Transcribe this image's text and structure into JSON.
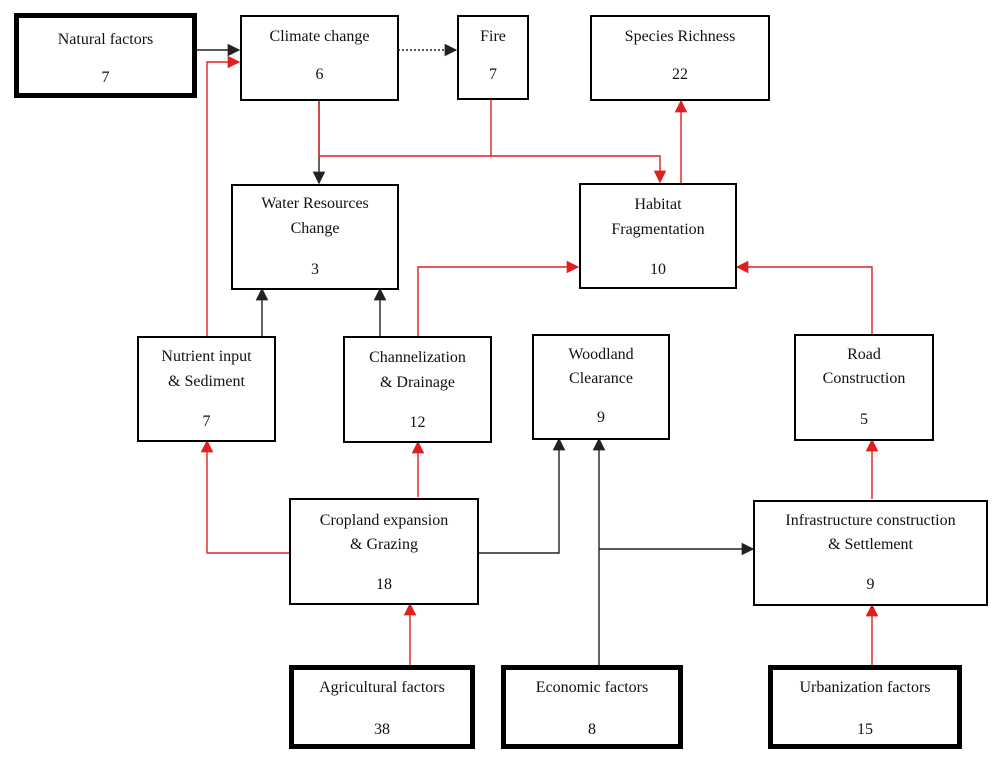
{
  "colors": {
    "red_link": "#e02020",
    "black_link": "#222222",
    "border": "#000000"
  },
  "nodes": {
    "natural": {
      "label": "Natural factors",
      "count": "7"
    },
    "climate": {
      "label": "Climate change",
      "count": "6"
    },
    "fire": {
      "label": "Fire",
      "count": "7"
    },
    "species": {
      "label": "Species Richness",
      "count": "22"
    },
    "water": {
      "label_1": "Water Resources",
      "label_2": "Change",
      "count": "3"
    },
    "habitat": {
      "label_1": "Habitat",
      "label_2": "Fragmentation",
      "count": "10"
    },
    "nutrient": {
      "label_1": "Nutrient input",
      "label_2": "& Sediment",
      "count": "7"
    },
    "channel": {
      "label_1": "Channelization",
      "label_2": "& Drainage",
      "count": "12"
    },
    "woodland": {
      "label_1": "Woodland",
      "label_2": "Clearance",
      "count": "9"
    },
    "road": {
      "label_1": "Road",
      "label_2": "Construction",
      "count": "5"
    },
    "cropland": {
      "label_1": "Cropland expansion",
      "label_2": "& Grazing",
      "count": "18"
    },
    "infra": {
      "label_1": "Infrastructure construction",
      "label_2": "& Settlement",
      "count": "9"
    },
    "agri": {
      "label": "Agricultural factors",
      "count": "38"
    },
    "econ": {
      "label": "Economic factors",
      "count": "8"
    },
    "urban": {
      "label": "Urbanization factors",
      "count": "15"
    }
  }
}
